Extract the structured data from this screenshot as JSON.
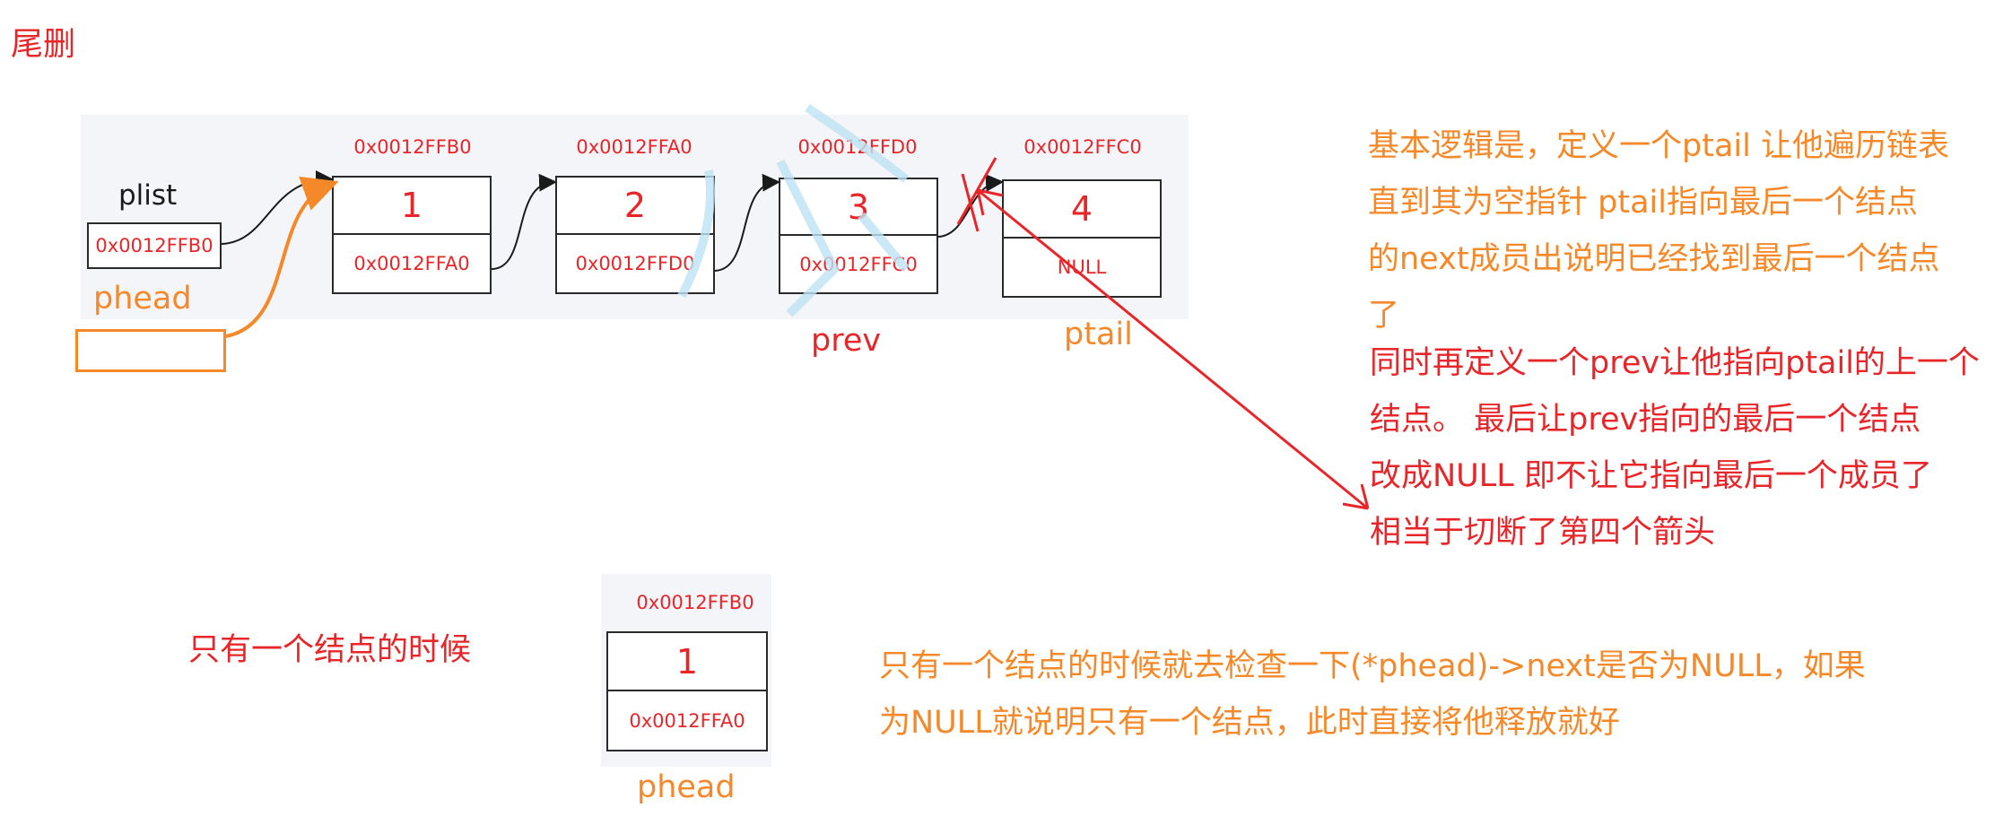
{
  "title": "尾删",
  "top_diagram": {
    "plist_label": "plist",
    "plist_value": "0x0012FFB0",
    "phead_label": "phead",
    "prev_label": "prev",
    "ptail_label": "ptail",
    "nodes": [
      {
        "address": "0x0012FFB0",
        "value": "1",
        "next": "0x0012FFA0"
      },
      {
        "address": "0x0012FFA0",
        "value": "2",
        "next": "0x0012FFD0"
      },
      {
        "address": "0x0012FFD0",
        "value": "3",
        "next": "0x0012FFC0"
      },
      {
        "address": "0x0012FFC0",
        "value": "4",
        "next": "NULL"
      }
    ]
  },
  "explanation": {
    "lines_orange": [
      "基本逻辑是，定义一个ptail 让他遍历链表",
      "直到其为空指针 ptail指向最后一个结点",
      "的next成员出说明已经找到最后一个结点",
      "了"
    ],
    "lines_red": [
      "同时再定义一个prev让他指向ptail的上一个",
      "结点。 最后让prev指向的最后一个结点",
      "改成NULL 即不让它指向最后一个成员了",
      "相当于切断了第四个箭头"
    ]
  },
  "single_node_case": {
    "heading": "只有一个结点的时候",
    "node": {
      "address": "0x0012FFB0",
      "value": "1",
      "next": "0x0012FFA0"
    },
    "phead_label": "phead",
    "lines": [
      "只有一个结点的时候就去检查一下(*phead)->next是否为NULL，如果",
      "为NULL就说明只有一个结点，此时直接将他释放就好"
    ]
  },
  "colors": {
    "red": "#e8262a",
    "orange": "#f5892a",
    "panel": "#f4f5f8",
    "border": "#2a2a2a",
    "watermark": "#bfe3f5"
  }
}
